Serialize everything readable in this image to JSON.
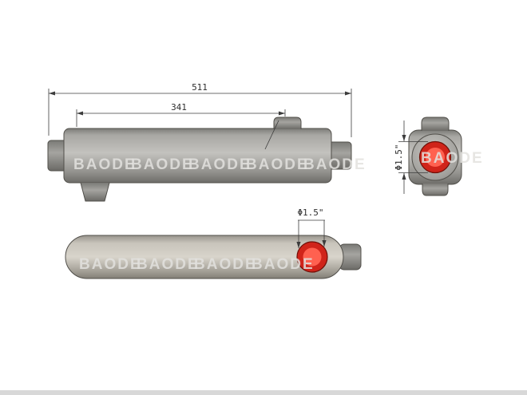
{
  "watermark": {
    "text": "BAODE"
  },
  "dimensions": {
    "overall_length": "511",
    "port_position_length": "341",
    "side_port_diameter": "Φ1.5\"",
    "bottom_port_diameter": "Φ1.5\""
  },
  "colors": {
    "port_red": "#d0241a",
    "port_red_light": "#ff6150",
    "line": "#3c3c3c"
  }
}
